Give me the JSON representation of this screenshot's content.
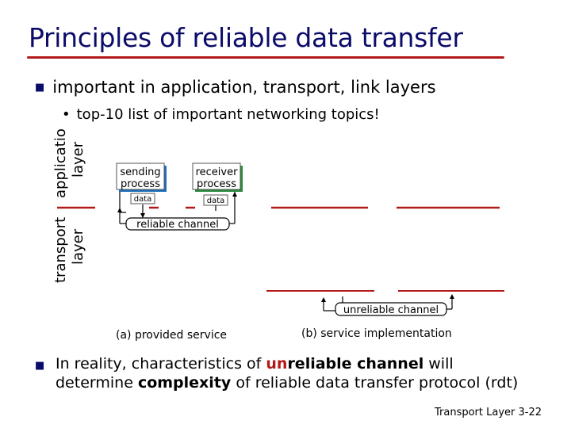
{
  "slide": {
    "title": "Principles of reliable data transfer",
    "bullet_main": "important in application, transport, link layers",
    "bullet_sub": "top-10 list of important networking topics!",
    "bottom": {
      "part1": "In reality, characteristics of ",
      "part2": "un",
      "part3": "reliable channel",
      "part4": " will",
      "part5": "determine ",
      "part6": "complexity",
      "part7": " of reliable data transfer protocol (rdt)"
    },
    "footer": "Transport Layer 3-22"
  },
  "diagram": {
    "layer_application_line1": "application",
    "layer_application_line2": "layer",
    "layer_transport_line1": "transport",
    "layer_transport_line2": "layer",
    "sending_process_line1": "sending",
    "sending_process_line2": "process",
    "receiver_process_line1": "receiver",
    "receiver_process_line2": "process",
    "data_left": "data",
    "data_right": "data",
    "reliable_channel": "reliable channel",
    "unreliable_channel": "unreliable channel",
    "caption_a": "(a)  provided service",
    "caption_b": "(b) service implementation",
    "colors": {
      "process_blue": "#1e6fb8",
      "process_green": "#2a8a3c",
      "divider_red": "#b21a1a"
    }
  }
}
